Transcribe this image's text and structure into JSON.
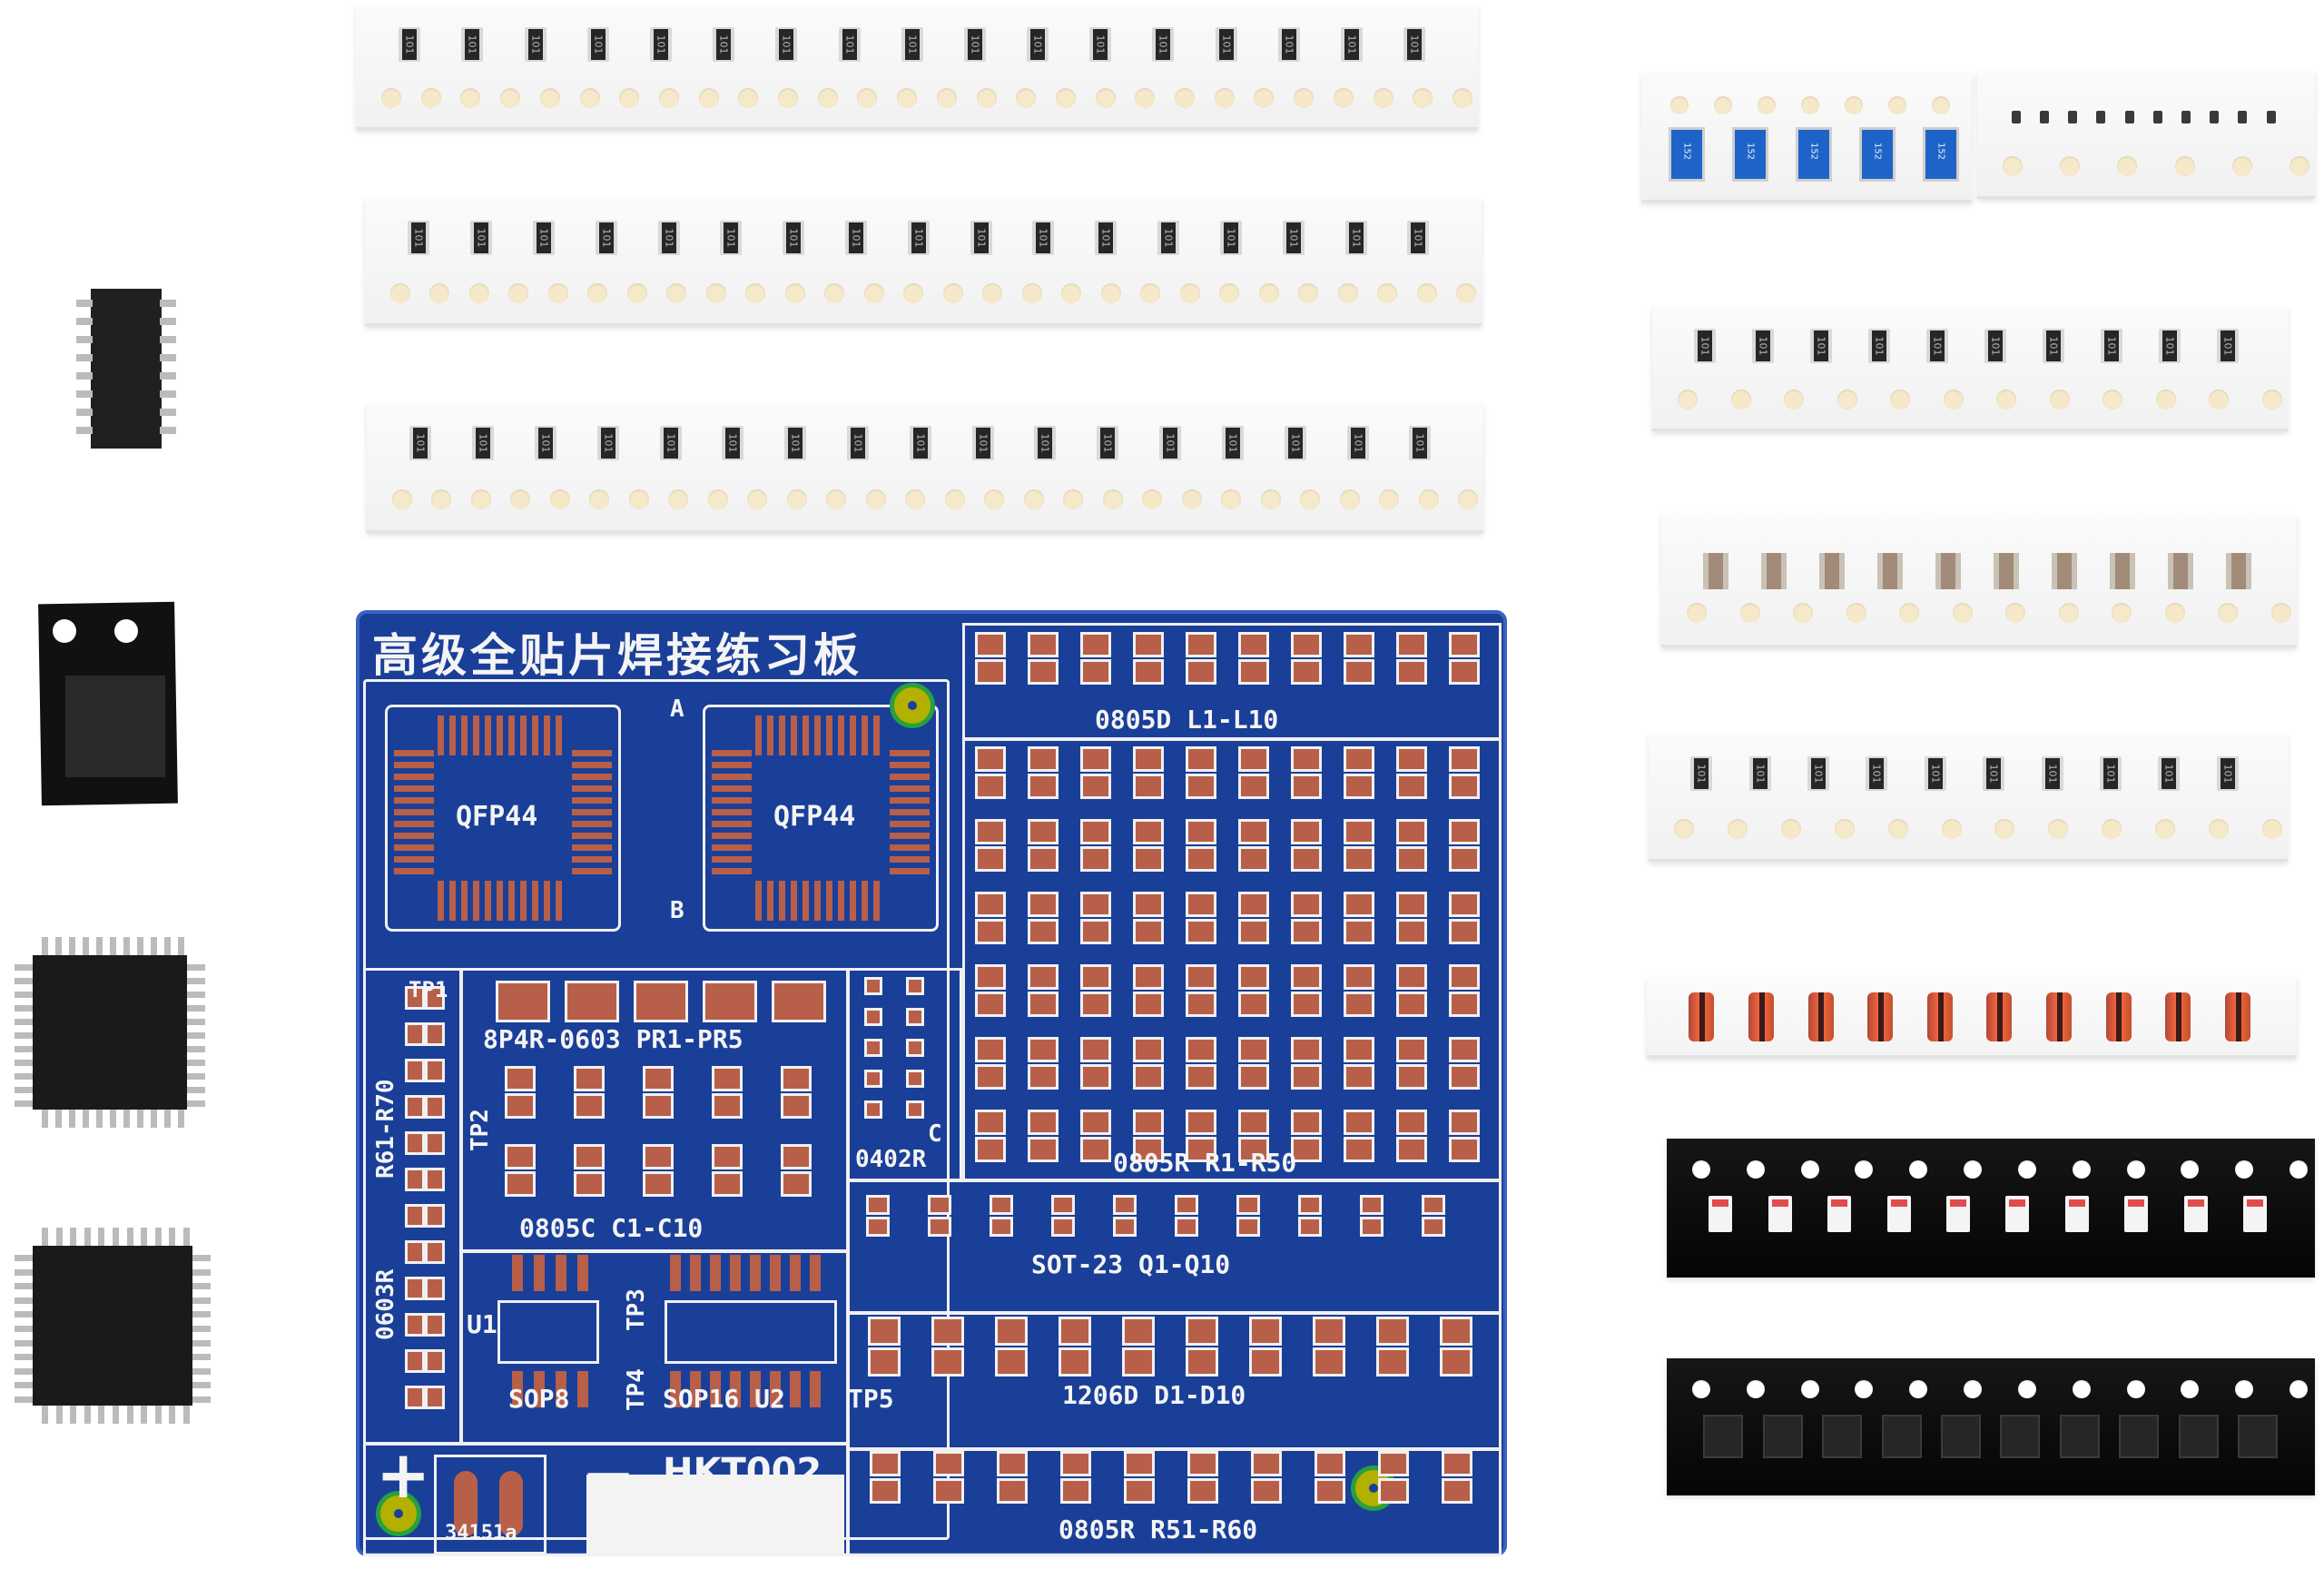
{
  "pcb": {
    "title": "高级全贴片焊接练习板",
    "model": "HKT002",
    "batch": "34151a",
    "labels": {
      "qfp_left": "QFP44",
      "qfp_right": "QFP44",
      "mark_a": "A",
      "mark_b": "B",
      "mark_c": "C",
      "inductors": "0805D   L1-L10",
      "resistors_top": "0805R   R1-R50",
      "tp1": "TP1",
      "tp2": "TP2",
      "tp3": "TP3",
      "tp4": "TP4",
      "tp5": "TP5",
      "resnet": "8P4R-0603   PR1-PR5",
      "r0402": "0402R",
      "side_r61": "R61-R70",
      "side_0603": "0603R",
      "caps": "0805C   C1-C10",
      "sot": "SOT-23   Q1-Q10",
      "u1": "U1",
      "sop8": "SOP8",
      "sop16": "SOP16  U2",
      "diodes": "1206D   D1-D10",
      "resistors_bottom": "0805R   R51-R60",
      "plus": "+",
      "minus": "−"
    }
  },
  "components": {
    "resistor_marking": "101",
    "resnet_marking": "152"
  },
  "colors": {
    "pcb_blue": "#1a3f99",
    "silkscreen": "#f0f0f0",
    "pad_copper": "#b85f4a",
    "tape_white": "#f7f7f7",
    "tape_black": "#0c0c0c",
    "ic_black": "#1c1c1c"
  }
}
